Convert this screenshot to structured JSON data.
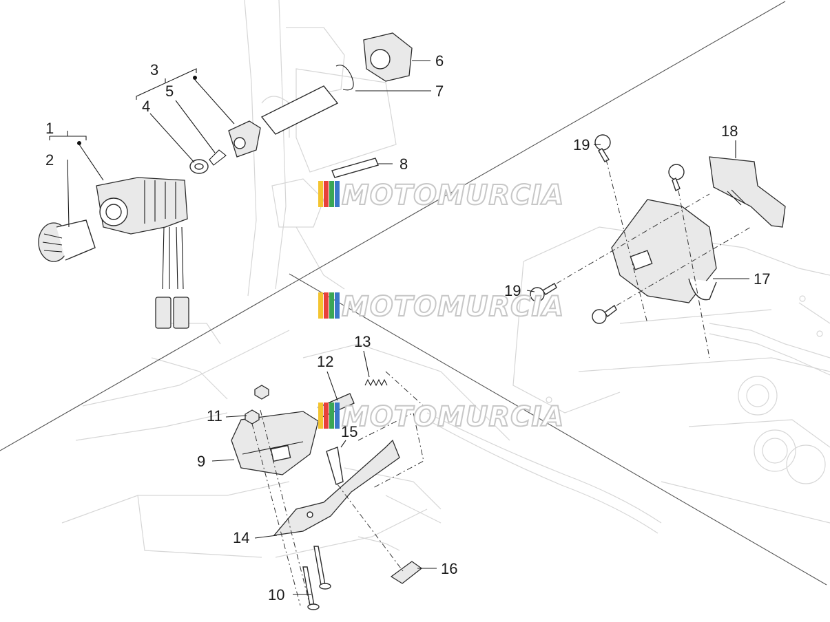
{
  "callouts": {
    "n1": "1",
    "n2": "2",
    "n3": "3",
    "n4": "4",
    "n5": "5",
    "n6": "6",
    "n7": "7",
    "n8": "8",
    "n9": "9",
    "n10": "10",
    "n11": "11",
    "n12": "12",
    "n13": "13",
    "n14": "14",
    "n15": "15",
    "n16": "16",
    "n17": "17",
    "n18": "18",
    "n19a": "19",
    "n19b": "19"
  },
  "watermark": {
    "text": "MOTOMURCIA",
    "colors": [
      "#f4c430",
      "#e8403a",
      "#3aa655",
      "#3a78c8"
    ]
  }
}
